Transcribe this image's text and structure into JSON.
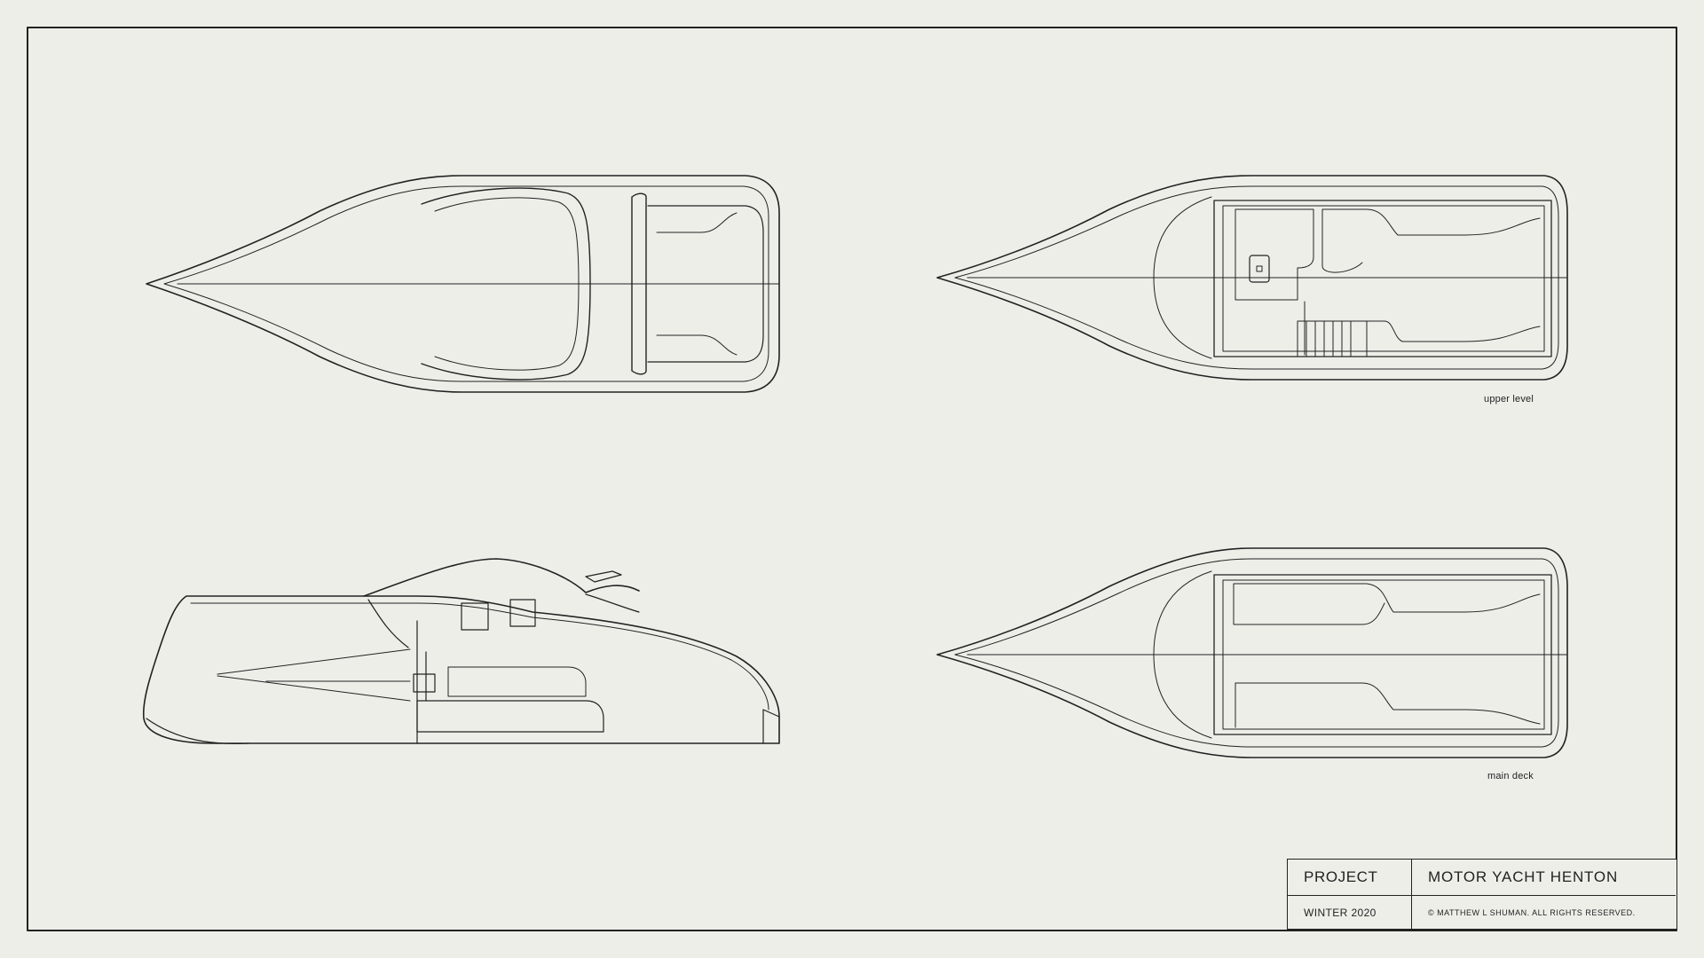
{
  "views": {
    "upper_level_label": "upper level",
    "main_deck_label": "main deck"
  },
  "title_block": {
    "project_label": "PROJECT",
    "project_name": "MOTOR YACHT HENTON",
    "date": "WINTER 2020",
    "copyright": "© MATTHEW L SHUMAN. ALL RIGHTS RESERVED."
  },
  "colors": {
    "paper": "#eeeee9",
    "ink": "#222222"
  }
}
